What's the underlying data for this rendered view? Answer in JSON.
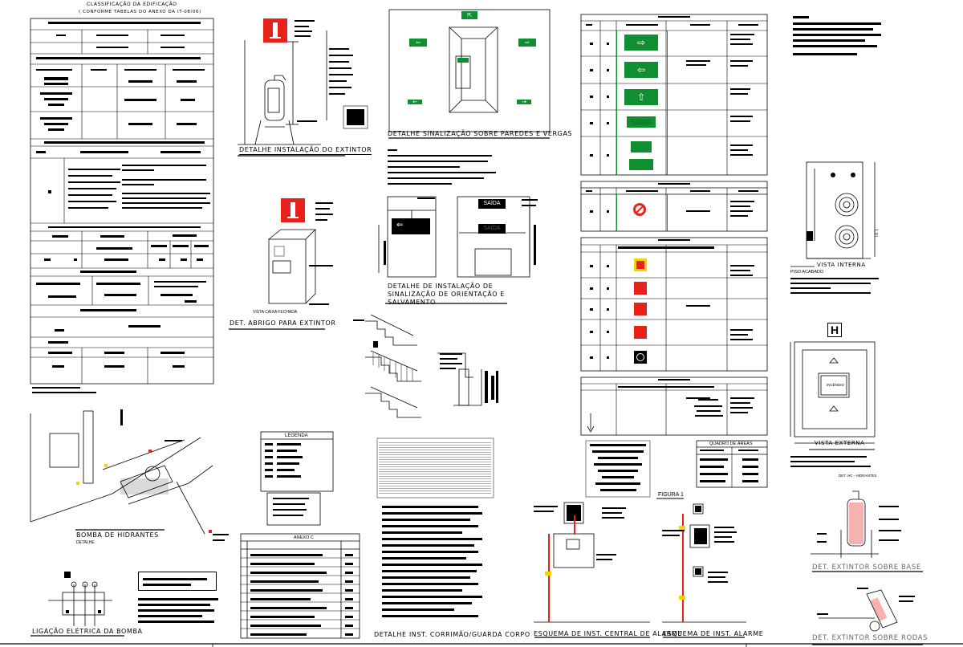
{
  "classification": {
    "title": "CLASSIFICAÇÃO DA EDIFICAÇÃO",
    "subtitle": "( CONFORME TABELAS DO ANEXO DA IT-08/06)"
  },
  "titles": {
    "extintor": "DETALHE INSTALAÇÃO DO EXTINTOR",
    "paredes": "DETALHE SINALIZAÇÃO SOBRE PAREDES E VERGAS",
    "abrigo_vista": "VISTA CAIXA FECHADA",
    "abrigo": "DET. ABRIGO PARA EXTINTOR",
    "orientacao": "DETALHE DE INSTALAÇÃO DE SINALIZAÇÃO DE ORIENTAÇÃO E SALVAMENTO",
    "bomba": "BOMBA DE HIDRANTES",
    "bomba_sub": "DETALHE",
    "ligacao": "LIGAÇÃO ELÉTRICA DA BOMBA",
    "corrimao": "DETALHE INST. CORRIMÃO/GUARDA CORPO",
    "central_alarme": "ESQUEMA DE INST. CENTRAL DE ALARME",
    "alarme": "ESQUEMA DE INST. ALARME",
    "vista_interna": "VISTA INTERNA",
    "piso": "PISO ACABADO",
    "vista_externa": "VISTA EXTERNA",
    "det_hc": "DET. HC - HIDRANTES",
    "base": "DET. EXTINTOR SOBRE BASE",
    "rodas": "DET. EXTINTOR SOBRE RODAS",
    "figura": "FIGURA 1",
    "quadro": "QUADRO DE ÁREAS",
    "legenda": "LEGENDA",
    "anexo": "ANEXO C",
    "incendio": "INCÊNDIO",
    "hidrante_letter": "H"
  },
  "signs": {
    "saida_door": "SAÍDA",
    "saida_green": "SAÍDA",
    "saida_box": "SAÍDA"
  },
  "colors": {
    "green": "#0f8f2f",
    "red": "#e8221b",
    "yellow": "#f4d400",
    "orange": "#f08a1c"
  },
  "icons": [
    "exit-right-icon",
    "exit-left-icon",
    "exit-up-icon",
    "no-smoking-icon",
    "fire-alarm-icon",
    "fire-extinguisher-icon",
    "hydrant-icon",
    "hose-reel-icon",
    "pump-icon"
  ]
}
